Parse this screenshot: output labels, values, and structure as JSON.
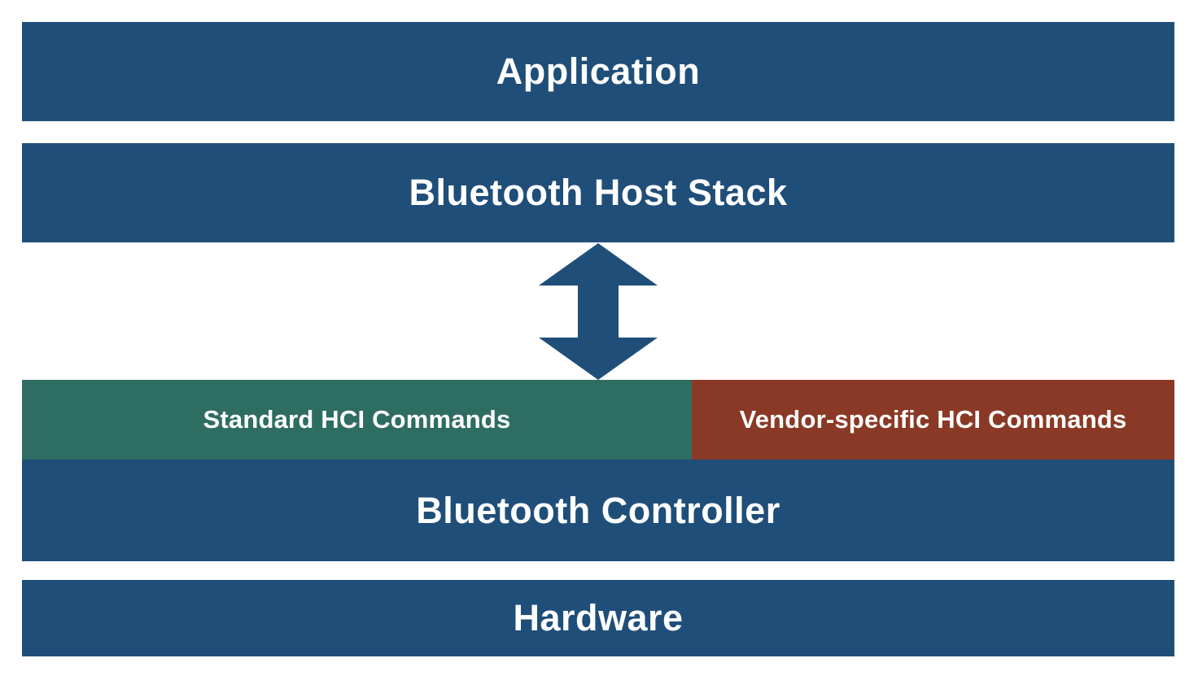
{
  "layers": {
    "application": "Application",
    "host_stack": "Bluetooth Host Stack",
    "standard_hci": "Standard HCI Commands",
    "vendor_hci": "Vendor-specific HCI Commands",
    "controller": "Bluetooth Controller",
    "hardware": "Hardware"
  },
  "colors": {
    "layer_blue": "#1F4E79",
    "standard_hci_green": "#2E6D62",
    "vendor_hci_red": "#893925",
    "label_text": "#FFFFFF",
    "background": "#FFFFFF"
  },
  "icons": {
    "host_controller_arrow": "double-headed-vertical-arrow"
  }
}
